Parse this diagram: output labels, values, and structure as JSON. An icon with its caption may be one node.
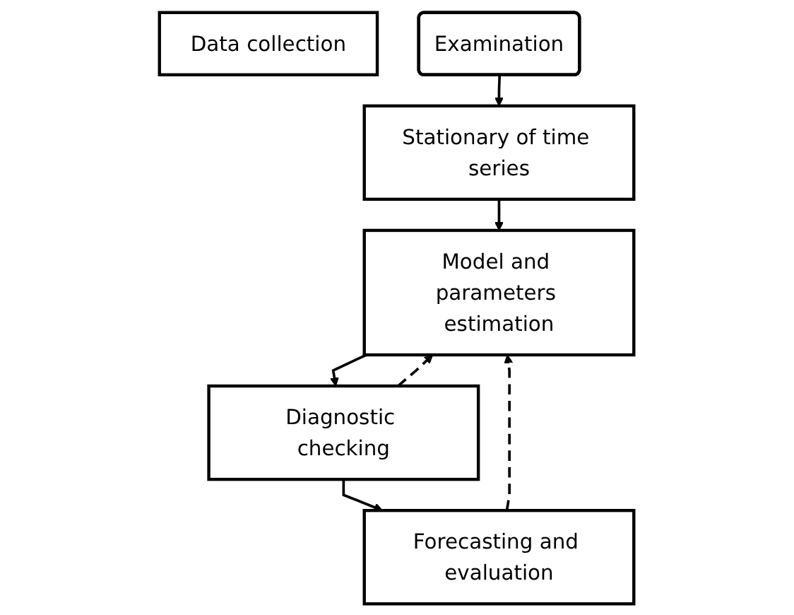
{
  "diagram": {
    "nodes": [
      {
        "text": [
          "Data collection"
        ]
      },
      {
        "text": [
          "Examination"
        ]
      },
      {
        "text": [
          "Stationary of time series"
        ]
      },
      {
        "text": [
          "Model and parameters estimation"
        ]
      },
      {
        "text": [
          "Diagnostic checking"
        ]
      },
      {
        "text": [
          "Forecasting and evaluation"
        ]
      }
    ],
    "edges": [
      {
        "from": 1,
        "to": 2,
        "arrow": "to"
      },
      {
        "from": 2,
        "to": 3,
        "arrow": "to"
      },
      {
        "from": 3,
        "to": 4,
        "arrow": "to"
      },
      {
        "from": 4,
        "to": 5,
        "arrow": "to"
      },
      {
        "from": 4,
        "to": 3,
        "arrow": "to",
        "style": "dashed"
      },
      {
        "from": 5,
        "to": 3,
        "arrow": "to",
        "style": "dashed"
      }
    ]
  }
}
